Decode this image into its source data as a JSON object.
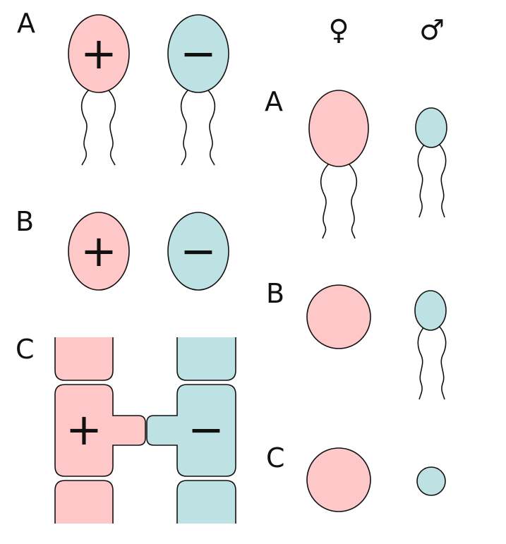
{
  "colors": {
    "plus_mating_type": "#FFC8C8",
    "minus_mating_type": "#BEE1E3",
    "outline": "#111111"
  },
  "left_panel": {
    "row_a": {
      "label": "A",
      "plus_sign": "+",
      "minus_sign": "−"
    },
    "row_b": {
      "label": "B",
      "plus_sign": "+",
      "minus_sign": "−"
    },
    "row_c": {
      "label": "C",
      "plus_sign": "+",
      "minus_sign": "−"
    }
  },
  "right_panel": {
    "female_symbol": "♀",
    "male_symbol": "♂",
    "row_a": {
      "label": "A"
    },
    "row_b": {
      "label": "B"
    },
    "row_c": {
      "label": "C"
    }
  }
}
